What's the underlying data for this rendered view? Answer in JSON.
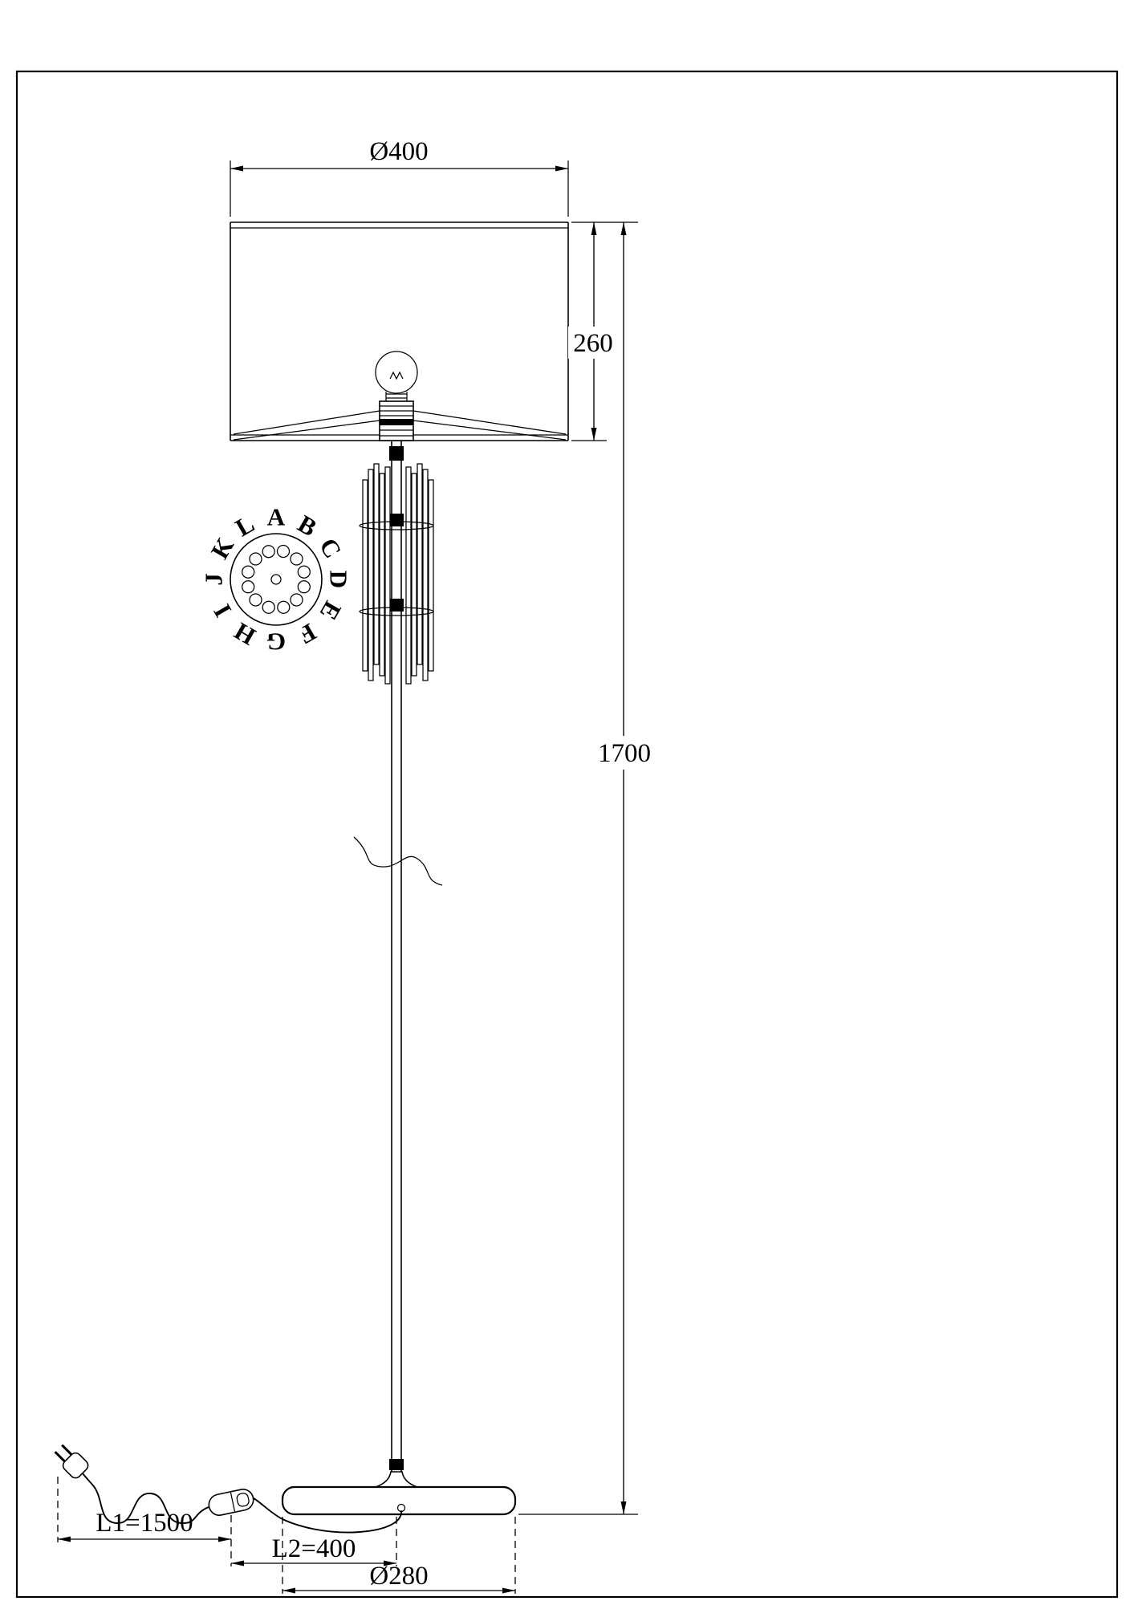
{
  "drawing": {
    "dim_shade_diameter": "Ø400",
    "dim_shade_height": "260",
    "dim_total_height": "1700",
    "dim_cord_length": "L1=1500",
    "dim_switch_distance": "L2=400",
    "dim_base_diameter": "Ø280"
  },
  "detail_view": {
    "labels": [
      "A",
      "B",
      "C",
      "D",
      "E",
      "F",
      "G",
      "H",
      "I",
      "J",
      "K",
      "L"
    ]
  },
  "colors": {
    "line": "#000000",
    "background": "#ffffff"
  }
}
